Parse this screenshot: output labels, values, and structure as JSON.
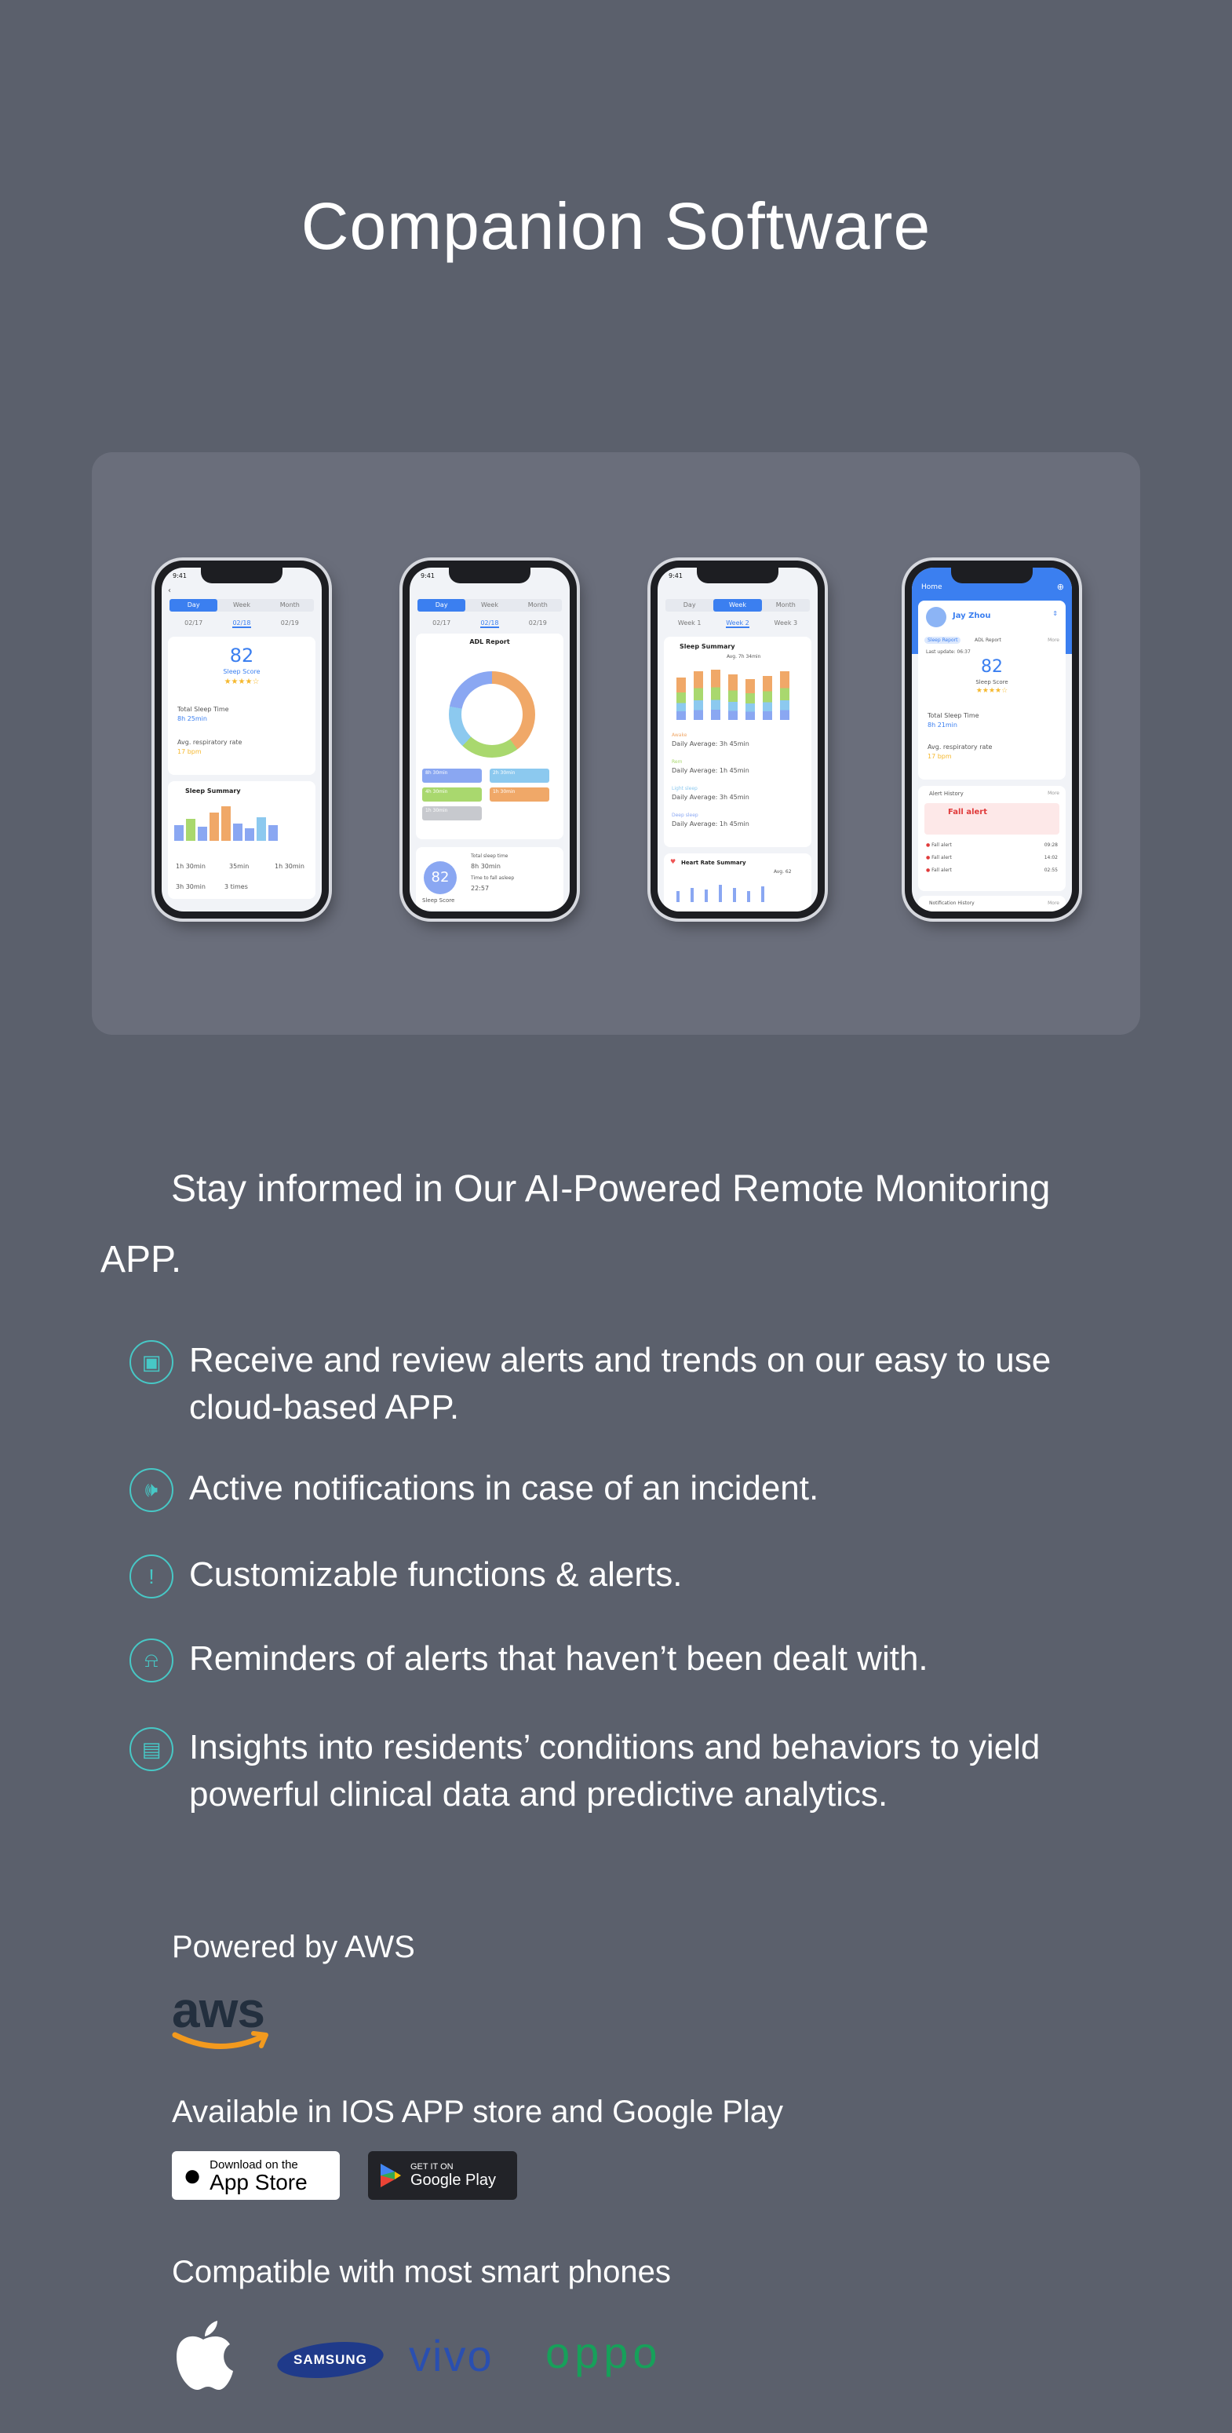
{
  "page": {
    "title": "Companion Software",
    "intro": "Stay informed in Our AI-Powered Remote Monitoring APP."
  },
  "phones": [
    {
      "tabs": [
        "Day",
        "Week",
        "Month"
      ],
      "dates": [
        "02/17",
        "02/18",
        "02/19"
      ],
      "score": "82",
      "score_label": "Sleep Score",
      "total_sleep_label": "Total Sleep Time",
      "total_sleep_value": "8h 25min",
      "resp_label": "Avg. respiratory rate",
      "resp_value": "17 bpm",
      "summary_title": "Sleep Summary",
      "stats": [
        "1h 30min",
        "35min",
        "1h 30min"
      ],
      "stats2": [
        "3h 30min",
        "3 times"
      ]
    },
    {
      "tabs": [
        "Day",
        "Week",
        "Month"
      ],
      "dates": [
        "02/17",
        "02/18",
        "02/19"
      ],
      "report_title": "ADL Report",
      "chips": [
        "8h 30min",
        "2h 30min",
        "4h 30min",
        "1h 30min",
        "1h 30min"
      ],
      "score": "82",
      "score_label": "Sleep Score",
      "total_label": "Total sleep time",
      "total_value": "8h 30min",
      "fall_label": "Time to fall asleep",
      "fall_value": "22:57"
    },
    {
      "tabs": [
        "Day",
        "Week",
        "Month"
      ],
      "weeks": [
        "Week 1",
        "Week 2",
        "Week 3"
      ],
      "summary_title": "Sleep Summary",
      "avg": "Avg. 7h 34min",
      "daily": [
        {
          "label": "Awake",
          "value": "Daily Average: 3h 45min"
        },
        {
          "label": "Rem",
          "value": "Daily Average: 1h 45min"
        },
        {
          "label": "Light sleep",
          "value": "Daily Average: 3h 45min"
        },
        {
          "label": "Deep sleep",
          "value": "Daily Average: 1h 45min"
        }
      ],
      "hr_title": "Heart Rate Summary",
      "hr_avg": "Avg. 62"
    },
    {
      "home": "Home",
      "user": "Jay Zhou",
      "tabs": [
        "Sleep Report",
        "ADL Report"
      ],
      "more": "More",
      "last_update": "Last update: 06:37",
      "score": "82",
      "score_label": "Sleep Score",
      "total_sleep_label": "Total Sleep Time",
      "total_sleep_value": "8h 21min",
      "resp_label": "Avg. respiratory rate",
      "resp_value": "17 bpm",
      "alert_history": "Alert History",
      "fall_alert": "Fall alert",
      "alerts": [
        "Fall alert",
        "Fall alert",
        "Fall alert"
      ],
      "alert_times": [
        "09:28",
        "14:02",
        "02:55"
      ],
      "notification_history": "Notification History"
    }
  ],
  "features": [
    {
      "icon": "cloud-app-icon",
      "text": "Receive and review alerts and trends on our easy to use cloud-based APP."
    },
    {
      "icon": "speaker-icon",
      "text": "Active notifications in case of an incident."
    },
    {
      "icon": "exclamation-icon",
      "text": "Customizable functions & alerts."
    },
    {
      "icon": "alarm-bell-icon",
      "text": "Reminders of alerts that haven’t been dealt with."
    },
    {
      "icon": "analytics-icon",
      "text": "Insights into residents’ conditions and behaviors to yield powerful clinical data and predictive analytics."
    }
  ],
  "powered": {
    "label": "Powered by AWS",
    "logo_text": "aws"
  },
  "stores": {
    "label": "Available in IOS APP store and Google Play",
    "appstore_small": "Download on the",
    "appstore_big": "App Store",
    "google_small": "GET IT ON",
    "google_big": "Google Play"
  },
  "compat": {
    "label": "Compatible with most smart phones",
    "brands": [
      "SAMSUNG",
      "vivo",
      "oppo"
    ]
  },
  "colors": {
    "background": "#5b606c",
    "panel": "#6a6e7b",
    "accent_teal": "#47c8c6",
    "app_blue": "#3b7ff0",
    "aws_orange": "#f39a1e"
  }
}
